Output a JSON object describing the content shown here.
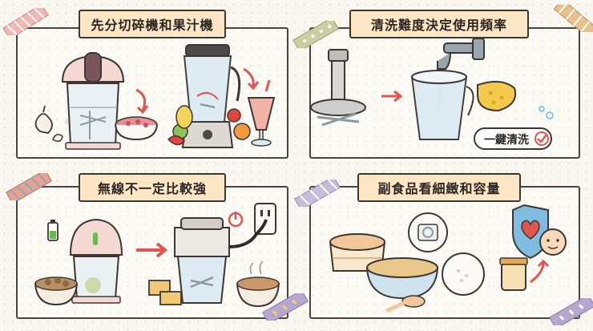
{
  "panels": [
    {
      "id": "blender-vs-chopper",
      "title": "先分切碎機和果汁機"
    },
    {
      "id": "cleaning-difficulty",
      "title": "清洗難度決定使用頻率",
      "badge": "一鍵清洗"
    },
    {
      "id": "cordless-vs-corded",
      "title": "無線不一定比較強"
    },
    {
      "id": "baby-food-size",
      "title": "副食品看細緻和容量"
    }
  ],
  "colors": {
    "title_bg": "#fde6c4",
    "outline": "#3d3733",
    "accent_red": "#e0564f",
    "pink_body": "#f3d9d2",
    "plum_lid": "#7a5560",
    "glass": "#dcebf2"
  }
}
